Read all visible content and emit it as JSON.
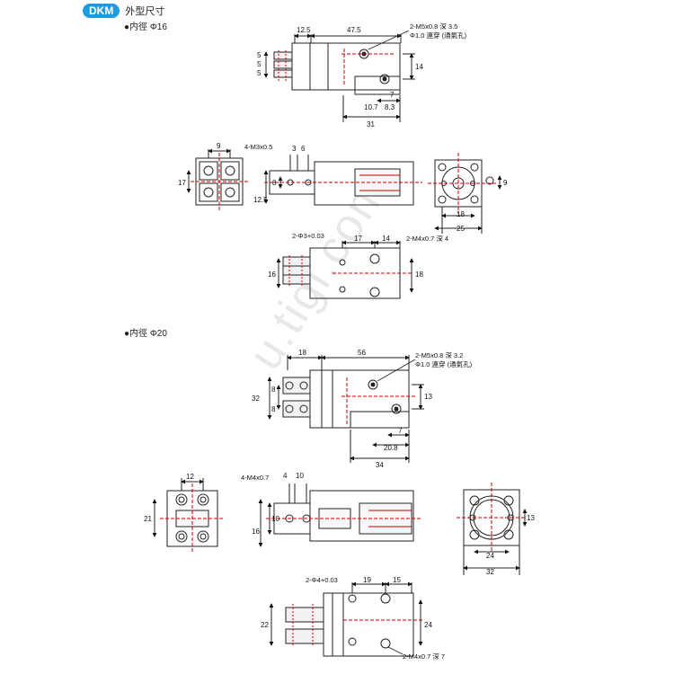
{
  "header": {
    "badge": "DKM",
    "title": "外型尺寸"
  },
  "sections": [
    {
      "label": "●内徑 Φ16"
    },
    {
      "label": "●内徑 Φ20"
    }
  ],
  "watermark": "u.tigi.com",
  "d16": {
    "top": {
      "d1": "12.5",
      "d2": "47.5",
      "d3": "5",
      "d4": "5",
      "d5": "5",
      "d6": "14",
      "d7": "7",
      "d8": "10.7",
      "d9": "8.3",
      "d10": "31",
      "note1": "2-M5x0.8 深 3.5",
      "note2": "Φ1.0 連穿 (通氣孔)"
    },
    "front": {
      "d1": "9",
      "d2": "17"
    },
    "side": {
      "d1": "3",
      "d2": "6",
      "d3": "8",
      "d4": "12.5",
      "note": "4-M3x0.5"
    },
    "end": {
      "d1": "9",
      "d2": "18",
      "d3": "25"
    },
    "bottom": {
      "d1": "17",
      "d2": "14",
      "d3": "16",
      "d4": "18",
      "note1": "2-Φ3+0.03",
      "note2": "2-M4x0.7 深 4"
    }
  },
  "d20": {
    "top": {
      "d1": "18",
      "d2": "56",
      "d3": "8",
      "d4": "8",
      "d5": "32",
      "d6": "13",
      "d7": "7",
      "d8": "20.8",
      "d9": "34",
      "note1": "2-M5x0.8 深 3.2",
      "note2": "Φ1.0 連穿 (通氣孔)"
    },
    "front": {
      "d1": "12",
      "d2": "21"
    },
    "side": {
      "d1": "4",
      "d2": "10",
      "d3": "10",
      "d4": "16",
      "note": "4-M4x0.7"
    },
    "end": {
      "d1": "13",
      "d2": "24",
      "d3": "32"
    },
    "bottom": {
      "d1": "19",
      "d2": "15",
      "d3": "22",
      "d4": "24",
      "note1": "2-Φ4+0.03",
      "note2": "2-M4x0.7 深 7"
    }
  }
}
